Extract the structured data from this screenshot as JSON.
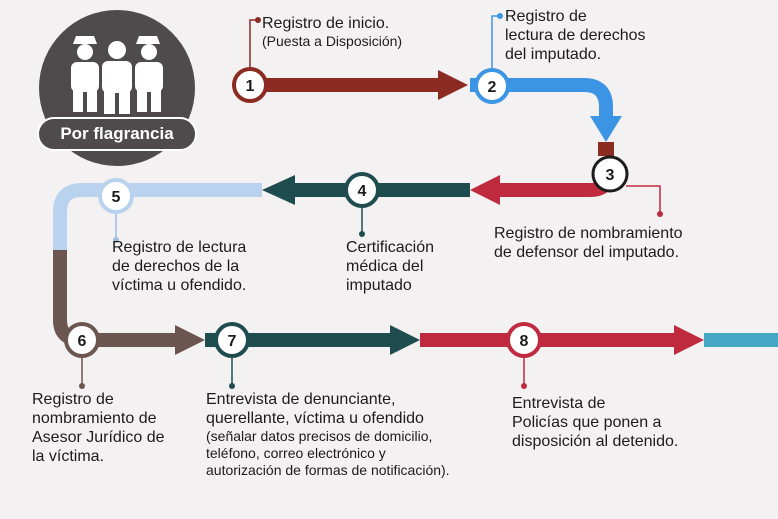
{
  "badge": {
    "label": "Por flagrancia"
  },
  "colors": {
    "maroon": "#8b2b22",
    "blue": "#3c95e4",
    "crimson": "#c02a3e",
    "teal_dark": "#1f4c4e",
    "light_blue": "#b9d3ef",
    "brown": "#6b5650",
    "cyan": "#46a8c4",
    "badge_bg": "#4f4a4b"
  },
  "steps": [
    {
      "num": "1",
      "lines": [
        "Registro de inicio.",
        "(Puesta a Disposición)"
      ]
    },
    {
      "num": "2",
      "lines": [
        "Registro de",
        "lectura de derechos",
        "del imputado."
      ]
    },
    {
      "num": "3",
      "lines": [
        "Registro de nombramiento",
        "de defensor del imputado."
      ]
    },
    {
      "num": "4",
      "lines": [
        "Certificación",
        "médica del",
        "imputado"
      ]
    },
    {
      "num": "5",
      "lines": [
        "Registro de lectura",
        "de derechos de la",
        "víctima u ofendido."
      ]
    },
    {
      "num": "6",
      "lines": [
        "Registro de",
        "nombramiento de",
        "Asesor Jurídico de",
        "la víctima."
      ]
    },
    {
      "num": "7",
      "lines": [
        "Entrevista de denunciante,",
        "querellante, víctima u ofendido",
        "(señalar datos precisos de domicilio,",
        "teléfono, correo electrónico y",
        "autorización de formas de notificación)."
      ]
    },
    {
      "num": "8",
      "lines": [
        "Entrevista de",
        "Policías que ponen a",
        "disposición al detenido."
      ]
    }
  ]
}
